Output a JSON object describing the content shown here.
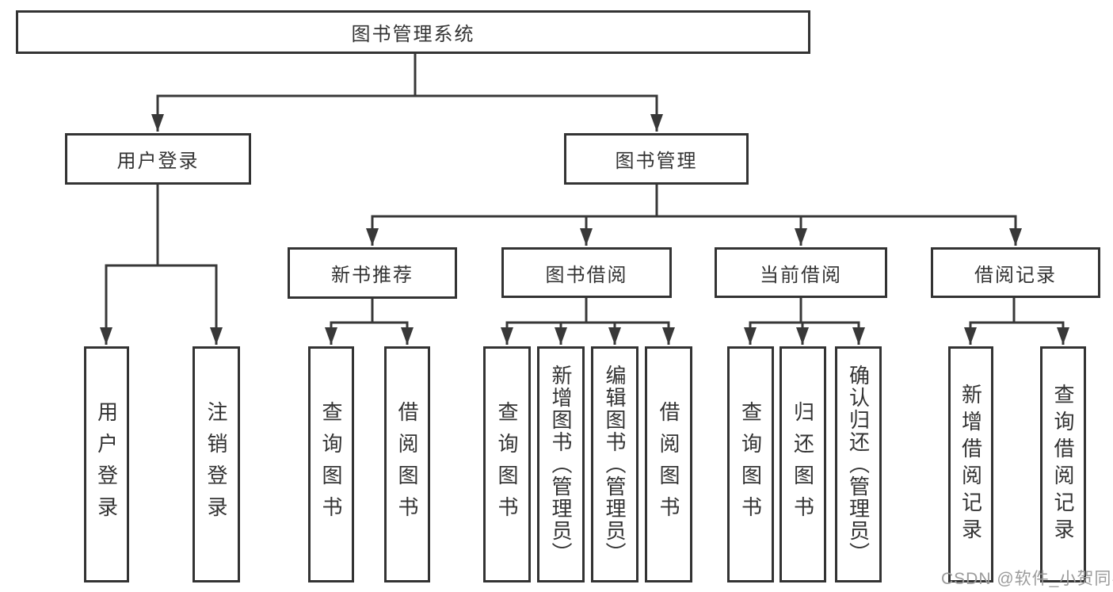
{
  "diagram": {
    "title": "图书管理系统",
    "nodes": {
      "root": {
        "label": "图书管理系统"
      },
      "level2": [
        {
          "label": "用户登录"
        },
        {
          "label": "图书管理"
        }
      ],
      "level3": [
        {
          "label": "新书推荐"
        },
        {
          "label": "图书借阅"
        },
        {
          "label": "当前借阅"
        },
        {
          "label": "借阅记录"
        }
      ],
      "leaves": [
        {
          "label": "用户登录",
          "parent": "用户登录"
        },
        {
          "label": "注销登录",
          "parent": "用户登录"
        },
        {
          "label": "查询图书",
          "parent": "新书推荐"
        },
        {
          "label": "借阅图书",
          "parent": "新书推荐"
        },
        {
          "label": "查询图书",
          "parent": "图书借阅"
        },
        {
          "label": "新增图书（管理员）",
          "parent": "图书借阅"
        },
        {
          "label": "编辑图书（管理员）",
          "parent": "图书借阅"
        },
        {
          "label": "借阅图书",
          "parent": "图书借阅"
        },
        {
          "label": "查询图书",
          "parent": "当前借阅"
        },
        {
          "label": "归还图书",
          "parent": "当前借阅"
        },
        {
          "label": "确认归还（管理员）",
          "parent": "当前借阅"
        },
        {
          "label": "新增借阅记录",
          "parent": "借阅记录"
        },
        {
          "label": "查询借阅记录",
          "parent": "借阅记录"
        }
      ]
    }
  },
  "watermark": {
    "text": "CSDN @软件_小贺同学",
    "color": "#9b9b9b"
  },
  "colors": {
    "line": "#383838",
    "box_border": "#333333",
    "box_fill": "#ffffff",
    "text": "#333333",
    "background": "#ffffff"
  }
}
